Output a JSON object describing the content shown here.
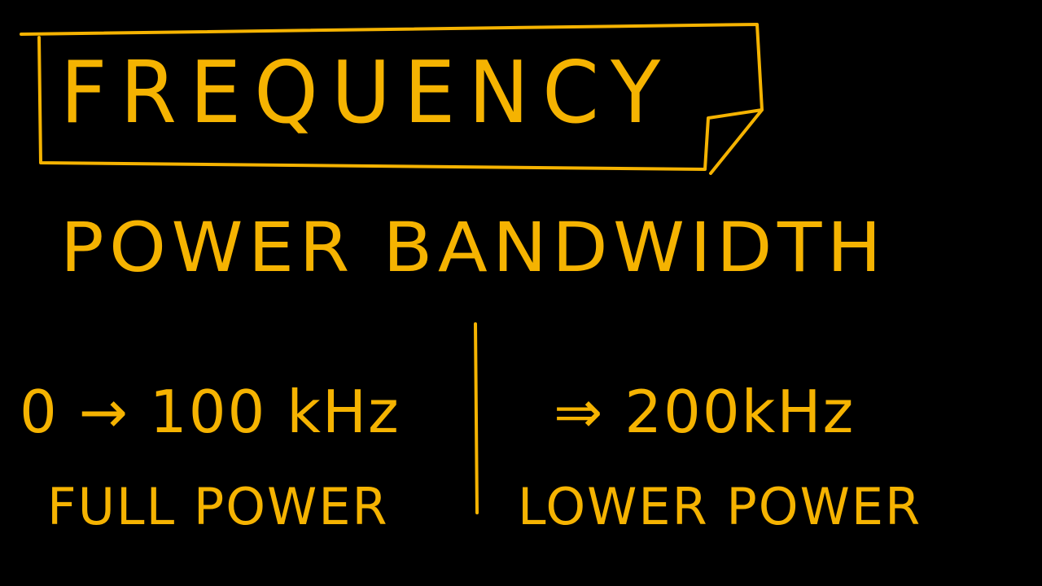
{
  "ink_color": "#F5B301",
  "background_color": "#000000",
  "heading": "FREQUENCY",
  "subheading": "POWER BANDWIDTH",
  "range_left": "0 → 100 kHz",
  "range_right": "⇒ 200kHz",
  "label_left": "FULL POWER",
  "label_right": "LOWER POWER"
}
